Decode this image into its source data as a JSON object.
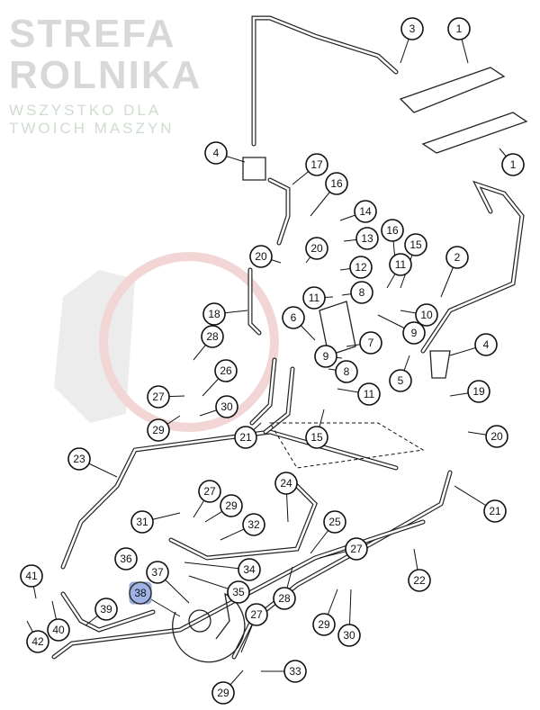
{
  "watermark": {
    "brand": "STREFA ROLNIKA",
    "tagline": "WSZYSTKO DLA TWOICH MASZYN"
  },
  "highlight_color": "#9fb3e6",
  "callouts": [
    "1",
    "1",
    "3",
    "2",
    "4",
    "17",
    "16",
    "14",
    "13",
    "12",
    "16",
    "15",
    "11",
    "10",
    "20",
    "20",
    "8",
    "11",
    "18",
    "6",
    "9",
    "7",
    "9",
    "4",
    "28",
    "8",
    "5",
    "26",
    "27",
    "11",
    "19",
    "30",
    "29",
    "21",
    "15",
    "20",
    "23",
    "24",
    "21",
    "27",
    "29",
    "31",
    "25",
    "32",
    "27",
    "36",
    "37",
    "34",
    "35",
    "38",
    "22",
    "41",
    "28",
    "39",
    "40",
    "42",
    "27",
    "29",
    "30",
    "33",
    "29"
  ],
  "highlighted_callout": "38"
}
